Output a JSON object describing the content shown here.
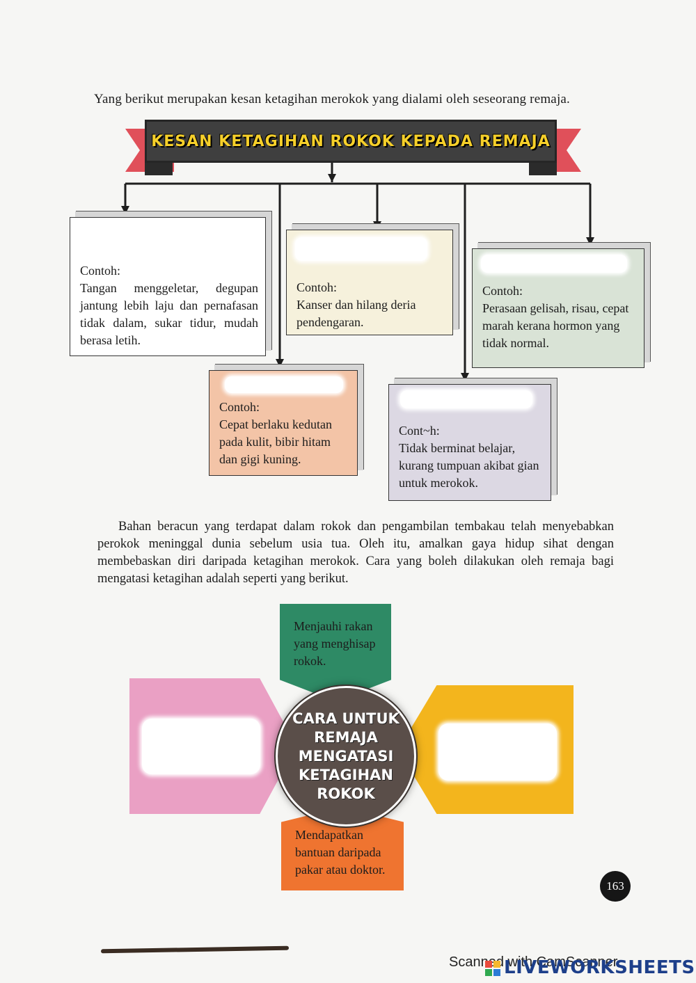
{
  "intro": "Yang berikut merupakan kesan ketagihan merokok yang dialami oleh seseorang remaja.",
  "banner_title": "KESAN KETAGIHAN ROKOK KEPADA REMAJA",
  "effects": [
    {
      "label": "Contoh:",
      "text": "Tangan menggeletar, degupan jantung lebih laju dan pernafasan tidak dalam, sukar tidur, mudah berasa letih.",
      "color": "#ffffff"
    },
    {
      "label": "Contoh:",
      "text": "Kanser dan hilang deria pendengaran.",
      "color": "#f6f1dc"
    },
    {
      "label": "Contoh:",
      "text": "Perasaan gelisah, risau, cepat marah kerana hormon yang tidak normal.",
      "color": "#d9e3d6"
    },
    {
      "label": "Contoh:",
      "text": "Cepat berlaku kedutan pada kulit, bibir hitam dan gigi kuning.",
      "color": "#f3c4a7"
    },
    {
      "label": "Cont~h:",
      "text": "Tidak berminat belajar, kurang tumpuan akibat gian untuk merokok.",
      "color": "#dcd8e3"
    }
  ],
  "paragraph": "Bahan beracun yang terdapat dalam rokok dan pengambilan tembakau telah menyebabkan perokok meninggal dunia sebelum usia tua. Oleh itu, amalkan gaya hidup sihat dengan membebaskan diri daripada ketagihan merokok. Cara yang boleh dilakukan oleh remaja bagi mengatasi ketagihan adalah seperti yang berikut.",
  "hub": "CARA UNTUK REMAJA MENGATASI KETAGIHAN ROKOK",
  "ways": {
    "top": "Menjauhi rakan yang menghisap rokok.",
    "bottom": "Mendapatkan bantuan daripada pakar atau doktor."
  },
  "colors": {
    "banner": "#3f3f3f",
    "banner_text": "#f6d02a",
    "ribbon": "#e0505a",
    "green": "#2e8a65",
    "pink": "#eaa0c4",
    "yellow": "#f3b51d",
    "orange": "#ef7430",
    "hub": "#5a4e49"
  },
  "page_number": "163",
  "scanner": "Scanned with CamScanner",
  "watermark": "LIVEWORKSHEETS"
}
